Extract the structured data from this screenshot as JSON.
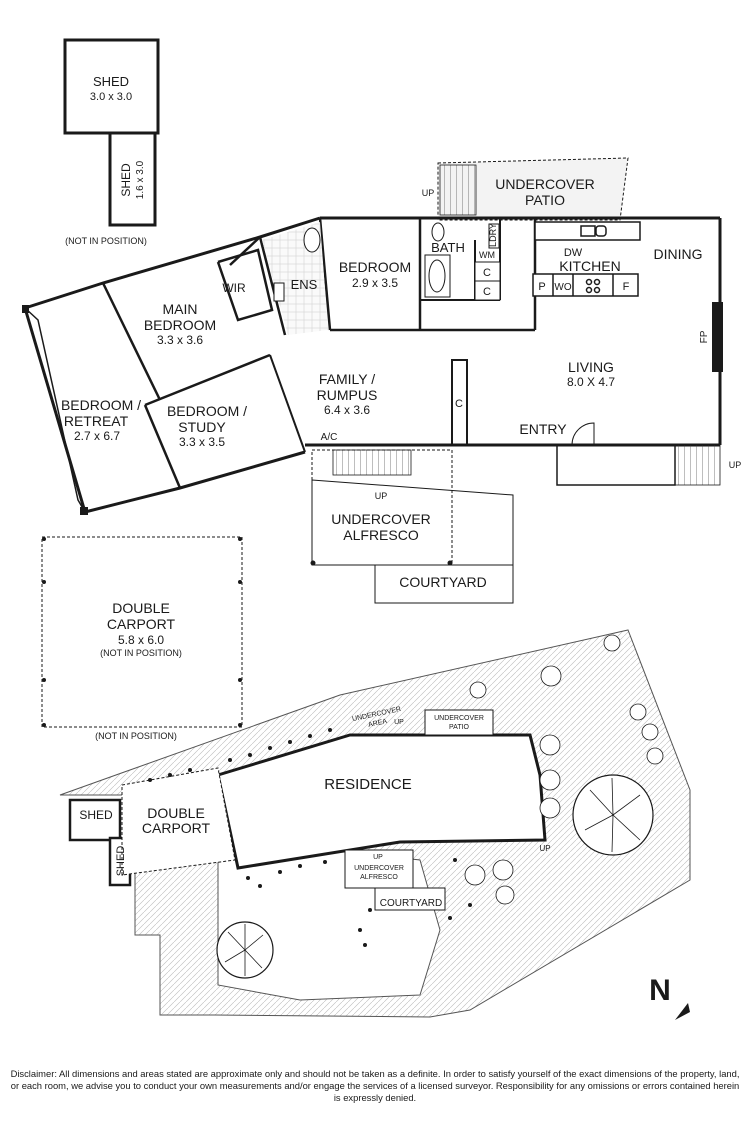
{
  "floorplan": {
    "rooms": {
      "shed1": {
        "name": "SHED",
        "dims": "3.0 x 3.0"
      },
      "shed2": {
        "name": "SHED",
        "dims": "1.6 x 3.0"
      },
      "not_in_position": "(NOT IN POSITION)",
      "undercover_patio": {
        "line1": "UNDERCOVER",
        "line2": "PATIO"
      },
      "bath": "BATH",
      "ldry": "LDRY",
      "wm": "WM",
      "c": "C",
      "up": "UP",
      "bedroom": {
        "name": "BEDROOM",
        "dims": "2.9 x 3.5"
      },
      "ens": "ENS",
      "wir": "WIR",
      "main_bedroom": {
        "line1": "MAIN",
        "line2": "BEDROOM",
        "dims": "3.3 x 3.6"
      },
      "bedroom_retreat": {
        "line1": "BEDROOM /",
        "line2": "RETREAT",
        "dims": "2.7 x 6.7"
      },
      "bedroom_study": {
        "line1": "BEDROOM /",
        "line2": "STUDY",
        "dims": "3.3 x 3.5"
      },
      "family_rumpus": {
        "line1": "FAMILY /",
        "line2": "RUMPUS",
        "dims": "6.4 x 3.6"
      },
      "ac": "A/C",
      "kitchen": "KITCHEN",
      "dw": "DW",
      "p": "P",
      "wo": "WO",
      "f": "F",
      "dining": "DINING",
      "living": {
        "name": "LIVING",
        "dims": "8.0 X 4.7"
      },
      "fp": "FP",
      "entry": "ENTRY",
      "undercover_alfresco": {
        "line1": "UNDERCOVER",
        "line2": "ALFRESCO"
      },
      "courtyard": "COURTYARD",
      "double_carport": {
        "line1": "DOUBLE",
        "line2": "CARPORT",
        "dims": "5.8 x 6.0"
      }
    }
  },
  "siteplan": {
    "residence": "RESIDENCE",
    "shed": "SHED",
    "double_carport": {
      "line1": "DOUBLE",
      "line2": "CARPORT"
    },
    "undercover_area": {
      "line1": "UNDERCOVER",
      "line2": "AREA"
    },
    "up": "UP",
    "undercover_patio": {
      "line1": "UNDERCOVER",
      "line2": "PATIO"
    },
    "undercover_alfresco": {
      "line1": "UNDERCOVER",
      "line2": "ALFRESCO"
    },
    "courtyard": "COURTYARD",
    "north": "N"
  },
  "disclaimer": "Disclaimer: All dimensions and areas stated are approximate only and should not be taken as a definite. In order to satisfy yourself of the exact dimensions of the property, land, or each room, we advise you to conduct your own measurements and/or engage the services of a licensed surveyor. Responsibility for any omissions or errors contained herein is expressly denied."
}
